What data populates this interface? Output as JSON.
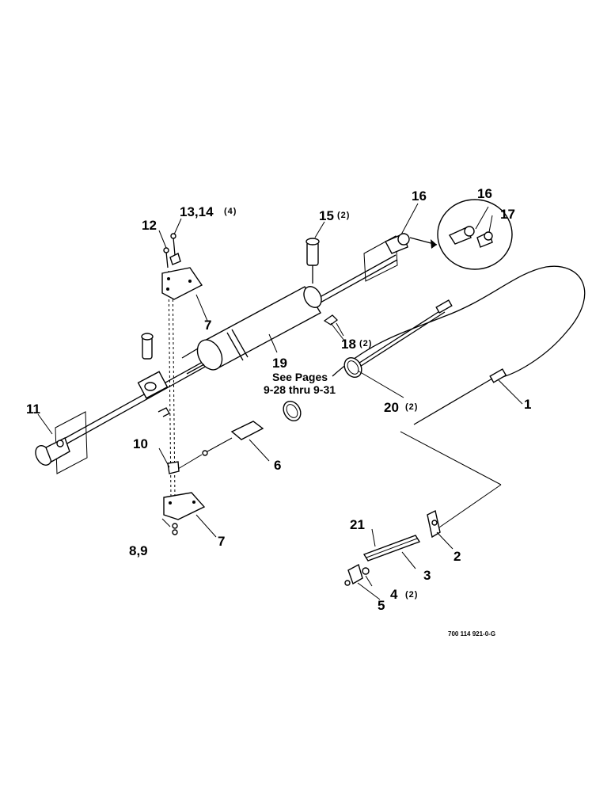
{
  "labels": {
    "l1": "1",
    "l2": "2",
    "l3": "3",
    "l4": "4",
    "l4q": "(2)",
    "l5": "5",
    "l6": "6",
    "l7a": "7",
    "l7b": "7",
    "l89": "8,9",
    "l10": "10",
    "l11": "11",
    "l12": "12",
    "l1314": "13,14",
    "l1314q": "(4)",
    "l15": "15",
    "l15q": "(2)",
    "l16a": "16",
    "l16b": "16",
    "l17": "17",
    "l18": "18",
    "l18q": "(2)",
    "l19": "19",
    "l20": "20",
    "l20q": "(2)",
    "l21": "21"
  },
  "note": {
    "line1": "See Pages",
    "line2": "9-28 thru 9-31"
  },
  "figure_code": "700 114 921-0-G"
}
